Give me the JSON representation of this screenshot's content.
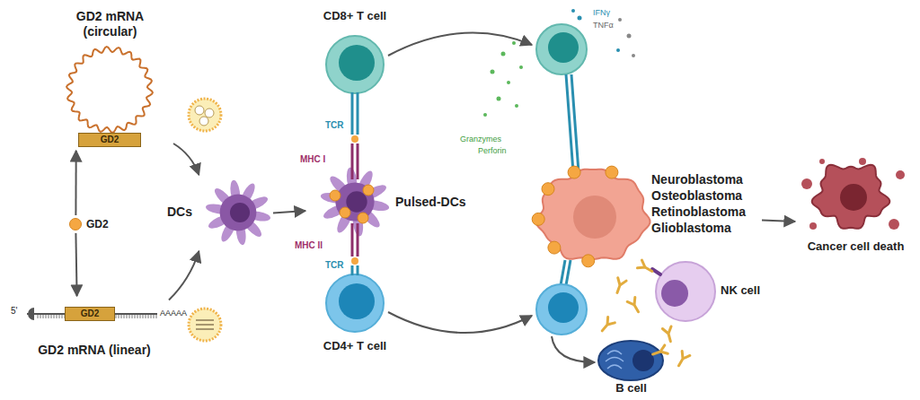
{
  "diagram": {
    "nodes": [
      {
        "text": [
          "GD2 mRNA (circular)"
        ]
      },
      {
        "text": [
          "GD2"
        ],
        "in": 0
      },
      {
        "text": [
          "GD2"
        ]
      },
      {
        "text": [
          "GD2 mRNA (linear)"
        ]
      },
      {
        "text": [
          "GD2"
        ],
        "in": 3
      },
      {
        "text": [
          "DCs"
        ]
      },
      {
        "text": [
          "CD8+ T cell"
        ]
      },
      {
        "text": [
          "Pulsed-DCs"
        ]
      },
      {
        "text": [
          "CD4+ T cell"
        ]
      },
      {
        "text": [
          "Neuroblastoma Osteoblastoma Retinoblastoma Glioblastoma"
        ]
      },
      {
        "text": [
          "NK cell"
        ]
      },
      {
        "text": [
          "B cell"
        ]
      },
      {
        "text": [
          "Cancer cell death"
        ]
      }
    ],
    "edges": [
      {
        "from": 2,
        "to": 0,
        "arrow": "to"
      },
      {
        "from": 2,
        "to": 3,
        "arrow": "to"
      },
      {
        "from": 0,
        "to": 5,
        "arrow": "to"
      },
      {
        "from": 3,
        "to": 5,
        "arrow": "to"
      },
      {
        "from": 5,
        "to": 7,
        "arrow": "to"
      },
      {
        "from": 9,
        "to": 12,
        "arrow": "to"
      }
    ],
    "labels": [
      "5'",
      "AAAAA",
      "TCR",
      "MHC I",
      "MHC II",
      "TCR",
      "IFNγ",
      "TNFα",
      "Granzymes",
      "Perforin"
    ]
  }
}
